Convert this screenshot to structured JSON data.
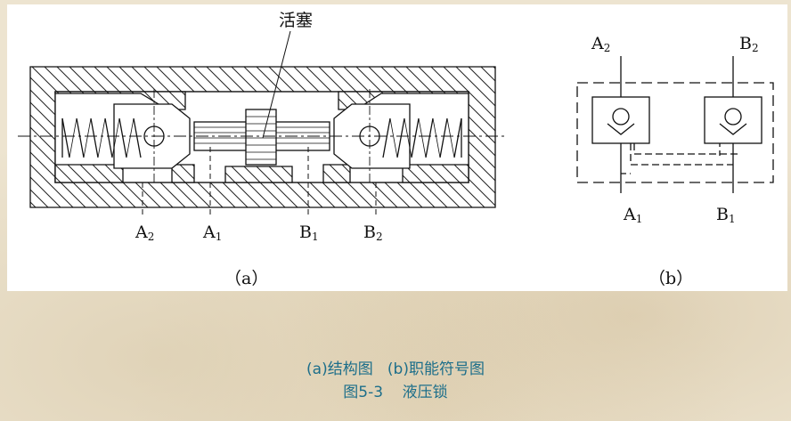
{
  "diagram": {
    "piston_label": "活塞",
    "figure_a_label": "（a）",
    "figure_b_label": "（b）",
    "ports_a": [
      {
        "letter": "A",
        "sub": "2"
      },
      {
        "letter": "A",
        "sub": "1"
      },
      {
        "letter": "B",
        "sub": "1"
      },
      {
        "letter": "B",
        "sub": "2"
      }
    ],
    "ports_b_top": [
      {
        "letter": "A",
        "sub": "2"
      },
      {
        "letter": "B",
        "sub": "2"
      }
    ],
    "ports_b_bottom": [
      {
        "letter": "A",
        "sub": "1"
      },
      {
        "letter": "B",
        "sub": "1"
      }
    ]
  },
  "caption": {
    "line1": "(a)结构图   (b)职能符号图",
    "line2": "图5-3    液压锁"
  },
  "colors": {
    "caption": "#1c6e8a",
    "line": "#111111"
  }
}
